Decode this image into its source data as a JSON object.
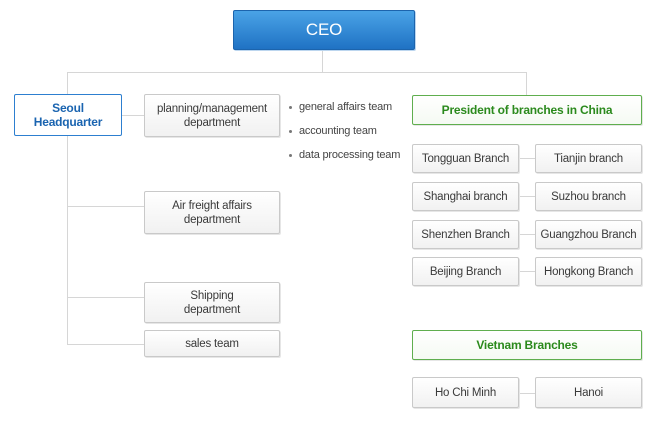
{
  "ceo": "CEO",
  "headquarter": "Seoul\nHeadquarter",
  "departments": {
    "planning": "planning/management\ndepartment",
    "air_freight": "Air freight affairs\ndepartment",
    "shipping": "Shipping\ndepartment",
    "sales": "sales team"
  },
  "planning_teams": [
    "general affairs team",
    "accounting team",
    "data processing team"
  ],
  "china": {
    "title": "President of branches in China",
    "branches": [
      "Tongguan Branch",
      "Tianjin branch",
      "Shanghai branch",
      "Suzhou branch",
      "Shenzhen Branch",
      "Guangzhou Branch",
      "Beijing Branch",
      "Hongkong Branch"
    ]
  },
  "vietnam": {
    "title": "Vietnam Branches",
    "branches": [
      "Ho Chi Minh",
      "Hanoi"
    ]
  },
  "colors": {
    "ceo_blue": "#1f72c4",
    "hq_blue": "#1a64b0",
    "branch_green": "#2b8a1d",
    "connector_gray": "#d6d6d6"
  }
}
